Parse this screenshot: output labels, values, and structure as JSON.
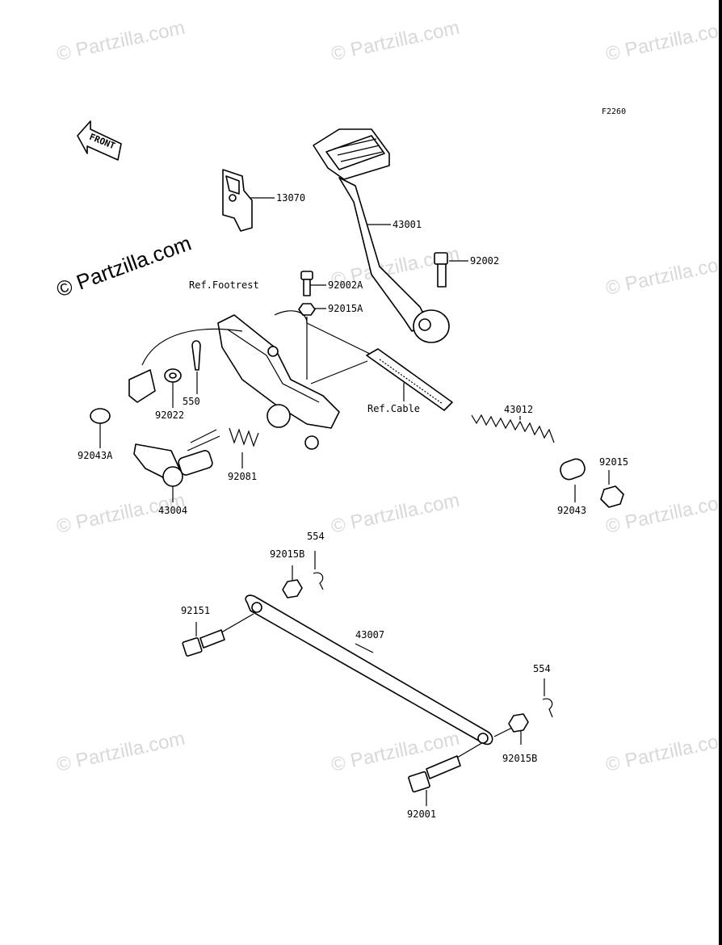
{
  "diagram_code": "F2260",
  "front_label": "FRONT",
  "watermark": "© Partzilla.com",
  "refs": {
    "footrest": "Ref.Footrest",
    "cable": "Ref.Cable"
  },
  "labels": {
    "p13070": "13070",
    "p43001": "43001",
    "p92002": "92002",
    "p92002A": "92002A",
    "p92015A": "92015A",
    "p550": "550",
    "p92022": "92022",
    "p92043A": "92043A",
    "p43004": "43004",
    "p92081": "92081",
    "p43012": "43012",
    "p92015": "92015",
    "p92043": "92043",
    "p554a": "554",
    "p92015Ba": "92015B",
    "p92151": "92151",
    "p43007": "43007",
    "p554b": "554",
    "p92015Bb": "92015B",
    "p92001": "92001"
  }
}
